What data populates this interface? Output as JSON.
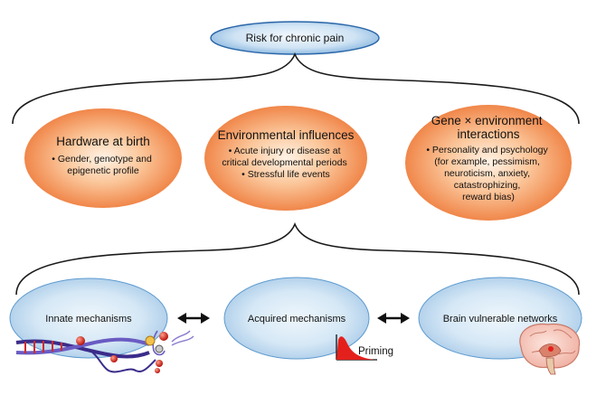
{
  "top": {
    "label": "Risk for chronic pain"
  },
  "factors": [
    {
      "title_lines": [
        "Hardware at birth"
      ],
      "body_lines": [
        "• Gender, genotype and",
        "epigenetic profile"
      ]
    },
    {
      "title_lines": [
        "Environmental influences"
      ],
      "body_lines": [
        "• Acute injury or disease at",
        "critical developmental periods",
        "• Stressful life events"
      ]
    },
    {
      "title_lines": [
        "Gene × environment",
        "interactions"
      ],
      "body_lines": [
        "• Personality and psychology",
        "(for example, pessimism,",
        "neuroticism, anxiety,",
        "catastrophizing,",
        "reward bias)"
      ]
    }
  ],
  "mechanisms": [
    {
      "label": "Innate mechanisms"
    },
    {
      "label": "Acquired mechanisms"
    },
    {
      "label": "Brain vulnerable networks"
    }
  ],
  "priming_label": "Priming",
  "colors": {
    "blue_light": "#eef6fc",
    "blue_mid": "#c6def1",
    "blue_dark": "#5e9bd0",
    "orange_light": "#fff1e4",
    "orange_mid": "#f7a66b",
    "orange_dark": "#e0561c",
    "line": "#1a1a1a",
    "red": "#e4201c"
  },
  "icons": {
    "arrow": "double-arrow",
    "dna": "dna-icon",
    "brain": "brain-icon",
    "priming": "priming-curve-icon"
  }
}
